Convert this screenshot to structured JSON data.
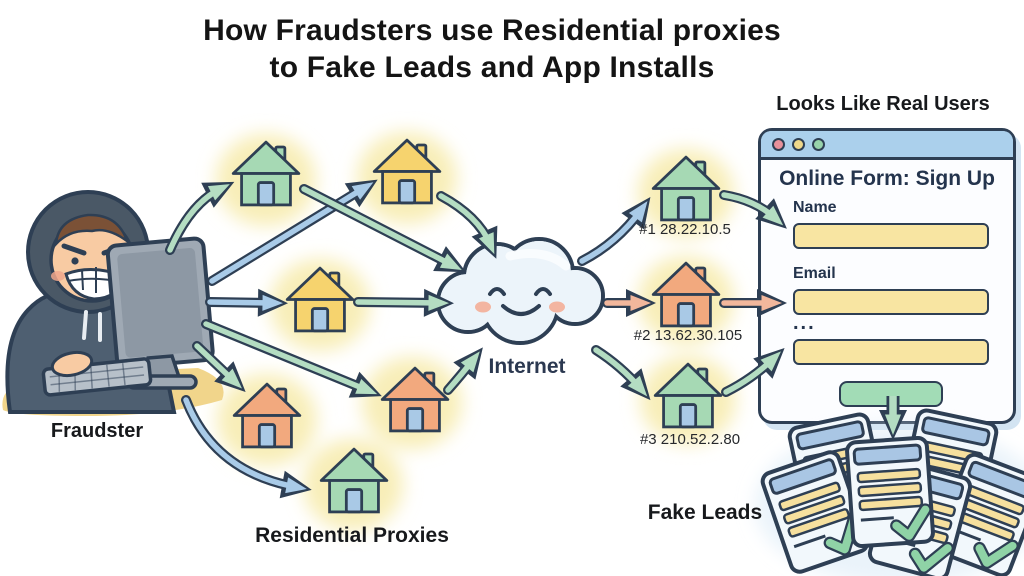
{
  "title": {
    "line1": "How Fraudsters use Residential proxies",
    "line2": "to Fake Leads and App Installs"
  },
  "labels": {
    "fraudster": "Fraudster",
    "residential_proxies": "Residential Proxies",
    "internet": "Internet",
    "looks_like_real_users": "Looks Like Real Users",
    "fake_leads": "Fake Leads"
  },
  "proxy_ips": [
    {
      "label": "#1 28.22.10.5"
    },
    {
      "label": "#2 13.62.30.105"
    },
    {
      "label": "#3 210.52.2.80"
    }
  ],
  "form": {
    "title": "Online Form: Sign Up",
    "fields": [
      {
        "label": "Name",
        "value": ""
      },
      {
        "label": "Email",
        "value": ""
      },
      {
        "label": "...",
        "value": ""
      }
    ]
  },
  "colors": {
    "outline": "#2e3f54",
    "house_green": "#a6d9b4",
    "house_yellow": "#f6d36e",
    "house_orange": "#f2a97e",
    "door_blue": "#a9c9e6",
    "arrow_green": "#b4ddc2",
    "arrow_blue": "#a9cbe8",
    "arrow_orange": "#f2b79c",
    "field_yellow": "#f8e5a2",
    "button_green": "#a2dcb6",
    "titlebar_blue": "#abd0ec"
  }
}
